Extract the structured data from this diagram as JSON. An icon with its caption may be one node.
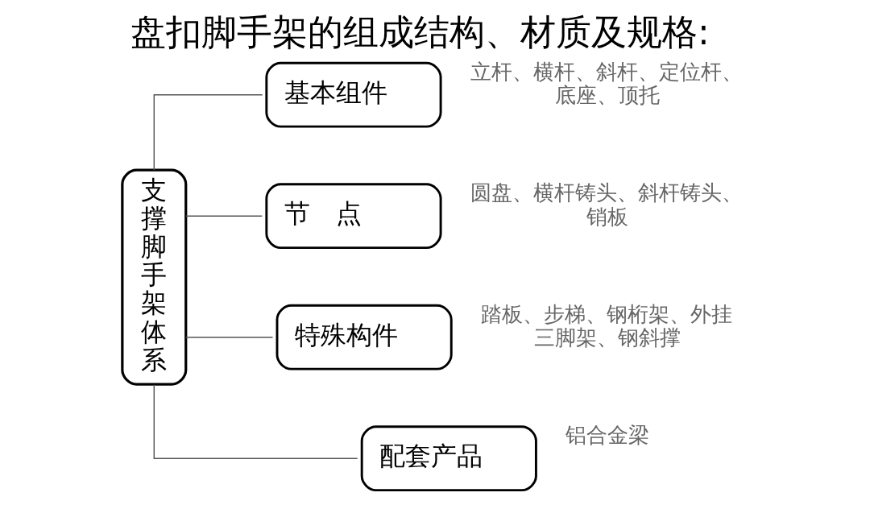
{
  "diagram": {
    "title": "盘扣脚手架的组成结构、材质及规格:",
    "nodes": [
      {
        "text": [
          "支撑脚手架体系"
        ]
      },
      {
        "text": [
          "基本组件"
        ],
        "beside": [
          "立杆、横杆、斜杆、定位杆、底座、顶托"
        ]
      },
      {
        "text": [
          "节　点"
        ],
        "beside": [
          "圆盘、横杆铸头、斜杆铸头、销板"
        ]
      },
      {
        "text": [
          "特殊构件"
        ],
        "beside": [
          "踏板、步梯、钢桁架、外挂三脚架、钢斜撑"
        ]
      },
      {
        "text": [
          "配套产品"
        ],
        "beside": [
          "铝合金梁"
        ]
      }
    ],
    "edges": [
      {
        "from": 0,
        "to": 1,
        "arrow": "none"
      },
      {
        "from": 0,
        "to": 2,
        "arrow": "none"
      },
      {
        "from": 0,
        "to": 3,
        "arrow": "none"
      },
      {
        "from": 0,
        "to": 4,
        "arrow": "none"
      }
    ]
  }
}
